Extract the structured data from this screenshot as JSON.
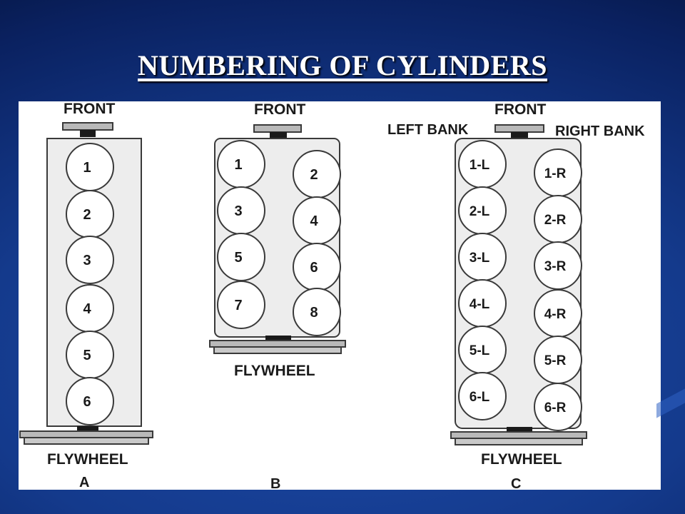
{
  "title": "NUMBERING OF CYLINDERS",
  "diagram_a": {
    "front": "FRONT",
    "flywheel": "FLYWHEEL",
    "caption": "A",
    "cylinders": [
      "1",
      "2",
      "3",
      "4",
      "5",
      "6"
    ]
  },
  "diagram_b": {
    "front": "FRONT",
    "flywheel": "FLYWHEEL",
    "caption": "B",
    "left_cylinders": [
      "1",
      "3",
      "5",
      "7"
    ],
    "right_cylinders": [
      "2",
      "4",
      "6",
      "8"
    ]
  },
  "diagram_c": {
    "front": "FRONT",
    "left_bank": "LEFT BANK",
    "right_bank": "RIGHT BANK",
    "flywheel": "FLYWHEEL",
    "caption": "C",
    "left_cylinders": [
      "1-L",
      "2-L",
      "3-L",
      "4-L",
      "5-L",
      "6-L"
    ],
    "right_cylinders": [
      "1-R",
      "2-R",
      "3-R",
      "4-R",
      "5-R",
      "6-R"
    ]
  },
  "colors": {
    "line": "#3a3a3a",
    "plate": "#b9b9b9",
    "block": "#ededed"
  }
}
